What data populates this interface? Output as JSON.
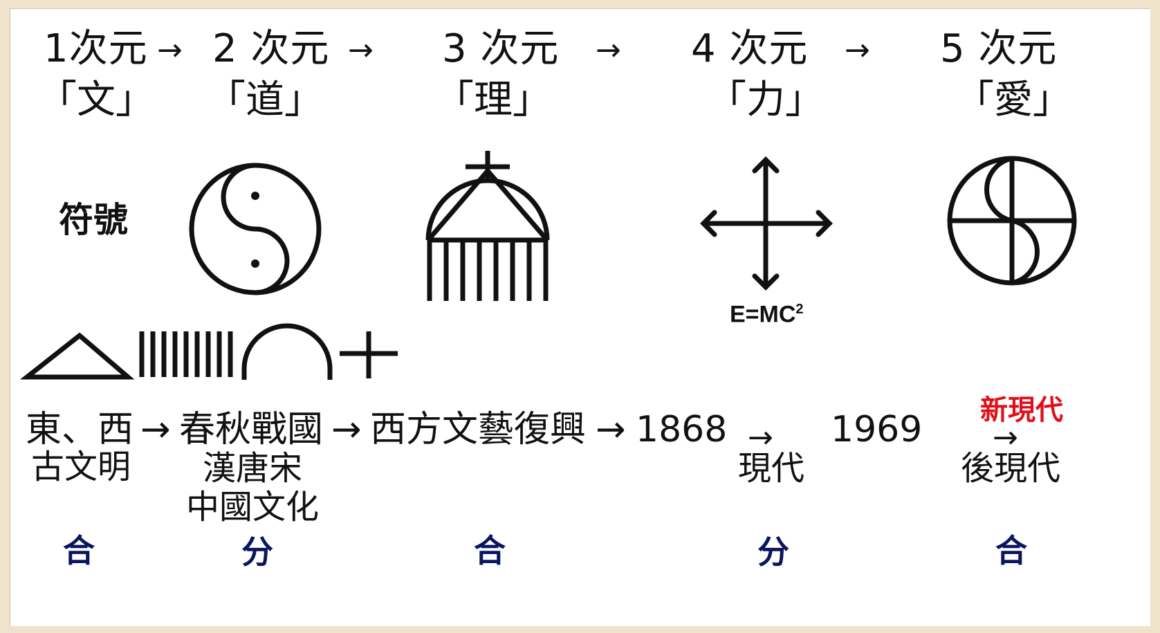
{
  "dimensions": [
    {
      "id": "d1",
      "title": "1次元",
      "concept": "「文」"
    },
    {
      "id": "d2",
      "title": "2 次元",
      "concept": "「道」"
    },
    {
      "id": "d3",
      "title": "3 次元",
      "concept": "「理」"
    },
    {
      "id": "d4",
      "title": "4 次元",
      "concept": "「力」"
    },
    {
      "id": "d5",
      "title": "5 次元",
      "concept": "「愛」"
    }
  ],
  "arrow": "→",
  "symbol_label": "符號",
  "formula": {
    "base": "E=MC",
    "exp": "2"
  },
  "timeline": {
    "ancient": "東、西",
    "ancient_sub": "古文明",
    "chinese": "春秋戰國",
    "chinese_sub1": "漢唐宋",
    "chinese_sub2": "中國文化",
    "renaissance": "西方文藝復興",
    "year1": "1868",
    "modern": "現代",
    "year2": "1969",
    "postmodern": "後現代",
    "new_modern": "新現代"
  },
  "phases": [
    "合",
    "分",
    "合",
    "分",
    "合"
  ],
  "colors": {
    "phase": "#0a1560",
    "highlight": "#e0101a",
    "ink": "#111111"
  }
}
